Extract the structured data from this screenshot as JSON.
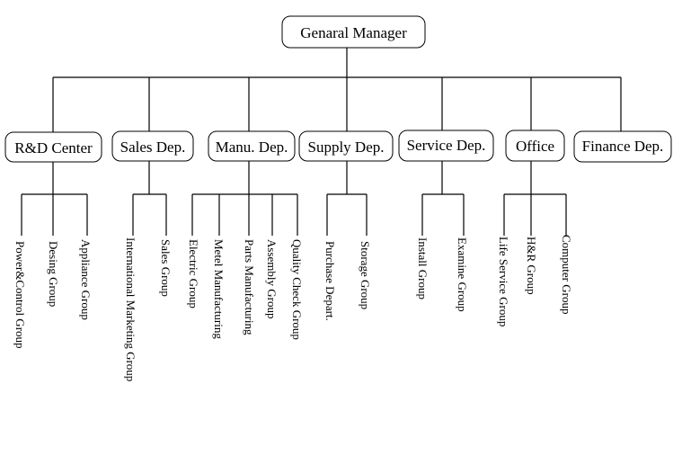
{
  "root": {
    "label": "Genaral Manager"
  },
  "departments": [
    {
      "label": "R&D Center",
      "groups": [
        "Power&Control Group",
        "Desing Group",
        "Appliance Group"
      ]
    },
    {
      "label": "Sales Dep.",
      "groups": [
        "International Marketing Group",
        "Sales Group"
      ]
    },
    {
      "label": "Manu. Dep.",
      "groups": [
        "Electric Group",
        "Metel Manufacturing",
        "Parts Manufacturing",
        "Assembly Group",
        "Quality Check Group"
      ]
    },
    {
      "label": "Supply Dep.",
      "groups": [
        "Purchase Depart.",
        "Storage Group"
      ]
    },
    {
      "label": "Service Dep.",
      "groups": [
        "Install Group",
        "Examine Group"
      ]
    },
    {
      "label": "Office",
      "groups": [
        "Life Service Group",
        "H&R Group",
        "Computer Group"
      ]
    },
    {
      "label": "Finance Dep.",
      "groups": []
    }
  ],
  "colors": {
    "line": "#000000",
    "box_fill": "#ffffff",
    "text": "#000000"
  }
}
